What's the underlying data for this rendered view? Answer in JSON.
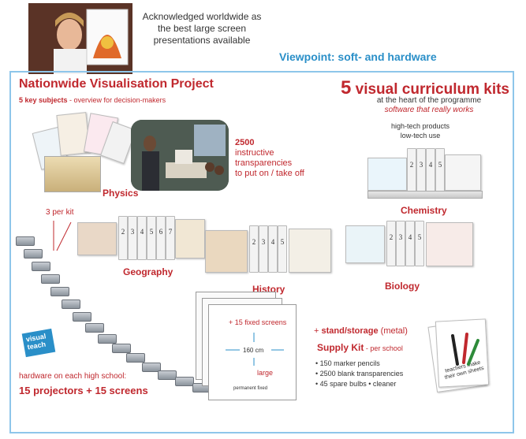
{
  "header": {
    "tagline": "Acknowledged worldwide as the best large screen presentations available",
    "viewpoint": "Viewpoint: soft- and hardware"
  },
  "project": {
    "title": "Nationwide Visualisation Project",
    "subtitle_bold": "5 key subjects",
    "subtitle_rest": " - overview for decision-makers"
  },
  "kits": {
    "title_number": "5",
    "title_rest": " visual curriculum kits",
    "sub1": "at the heart of the programme",
    "sub2": "software that really works",
    "hitech1": "high-tech products",
    "hitech2": "low-tech use"
  },
  "transparencies": {
    "count": "2500",
    "line1": "instructive",
    "line2": "transparencies",
    "line3": "to put on / take off"
  },
  "subjects": {
    "physics": "Physics",
    "chemistry": "Chemistry",
    "geography": "Geography",
    "history": "History",
    "biology": "Biology"
  },
  "binder_numbers": [
    "2",
    "3",
    "4",
    "5",
    "6",
    "7"
  ],
  "per_kit": "3 per kit",
  "logo": {
    "line1": "visual",
    "line2": "teach"
  },
  "hardware": {
    "label": "hardware on each high school:",
    "main": "15 projectors + 15 screens",
    "fixed_screens": "+ 15 fixed screens",
    "width": "160 cm",
    "large": "large",
    "permanent": "permanent fixed"
  },
  "stand": {
    "plus": "+ ",
    "bold": "stand/storage",
    "rest": " (metal)"
  },
  "supply": {
    "title": "Supply Kit",
    "per": " - per school",
    "items": [
      "150 marker pencils",
      "2500 blank transparencies",
      "45 spare bulbs • cleaner"
    ]
  },
  "sheet_note": "teachers make their own sheets",
  "colors": {
    "accent_red": "#c0282e",
    "accent_blue": "#2a8fc8",
    "frame": "#8ec6ea"
  }
}
